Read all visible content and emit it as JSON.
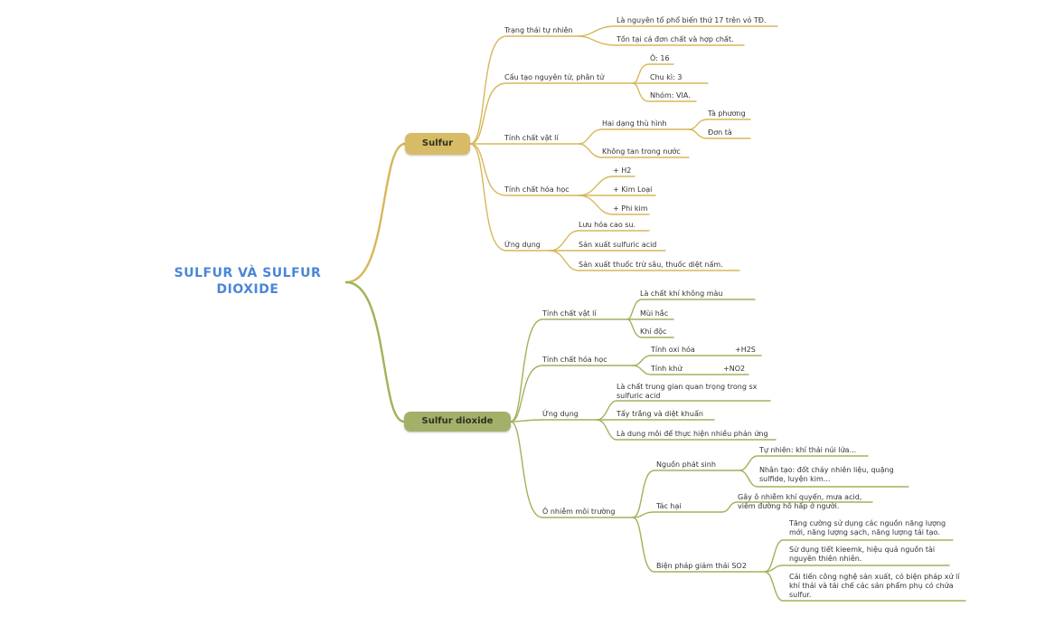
{
  "root": {
    "title": "SULFUR VÀ SULFUR DIOXIDE"
  },
  "colors": {
    "title_blue": "#4a86d8",
    "sulfur_branch": "#d6b85a",
    "so2_branch": "#9fb35a",
    "sulfur_pill": "#d8bb66",
    "so2_pill": "#a3b06a"
  },
  "sulfur": {
    "label": "Sulfur",
    "trang_thai": {
      "label": "Trạng thái tự nhiên",
      "items": [
        "Là nguyên tố phổ biến thứ 17 trên vỏ TĐ.",
        "Tồn tại cả đơn chất và hợp chất."
      ]
    },
    "cau_tao": {
      "label": "Cấu tạo nguyên tử, phân tử",
      "items": [
        "Ô: 16",
        "Chu kì: 3",
        "Nhóm: VIA."
      ]
    },
    "vat_li": {
      "label": "Tính chất vật lí",
      "hai_dang": "Hai dạng thù hình",
      "ta_phuong": "Tà phương",
      "don_ta": "Đơn tà",
      "khong_tan": "Không tan trong nước"
    },
    "hoa_hoc": {
      "label": "Tính chất hóa học",
      "items": [
        "+ H2",
        "+ Kim Loại",
        "+ Phi kim"
      ]
    },
    "ung_dung": {
      "label": "Ứng dụng",
      "items": [
        "Lưu hóa cao su.",
        "Sản xuất sulfuric acid",
        "Sản xuất thuốc trừ sâu, thuốc diệt nấm."
      ]
    }
  },
  "so2": {
    "label": "Sulfur dioxide",
    "vat_li": {
      "label": "Tính chất vật lí",
      "items": [
        "Là chất khí không màu",
        "Mùi hắc",
        "Khí độc"
      ]
    },
    "hoa_hoc": {
      "label": "Tính chất hóa học",
      "oxi_hoa": "Tính oxi hóa",
      "h2s": "+H2S",
      "khu": "Tính khử",
      "no2": "+NO2"
    },
    "ung_dung": {
      "label": "Ứng dụng",
      "items": [
        "Là chất trung gian quan trọng trong sx sulfuric acid",
        "Tẩy trắng và diệt khuẩn",
        "Là dung môi để thực hiện nhiều phản ứng"
      ]
    },
    "o_nhiem": {
      "label": "Ô nhiễm môi trường",
      "nguon": {
        "label": "Nguồn phát sinh",
        "items": [
          "Tự nhiên: khí thải núi lửa...",
          "Nhân tạo: đốt cháy nhiên liệu, quặng sulfide, luyện kim..."
        ]
      },
      "tac_hai": {
        "label": "Tác hại",
        "text": "Gây ô nhiễm khí quyển, mưa acid, viêm đường hô hấp ở người."
      },
      "bien_phap": {
        "label": "Biện pháp giảm thải SO2",
        "items": [
          "Tăng cường sử dụng các nguồn năng lượng mới, năng lượng sạch, năng lượng tái tạo.",
          "Sử dụng tiết kieemk, hiệu quả nguồn tài nguyên thiên nhiên.",
          "Cải tiến công nghệ sản xuất, có biện pháp xử lí khí thải và tái chế các sản phẩm phụ có chứa sulfur."
        ]
      }
    }
  }
}
